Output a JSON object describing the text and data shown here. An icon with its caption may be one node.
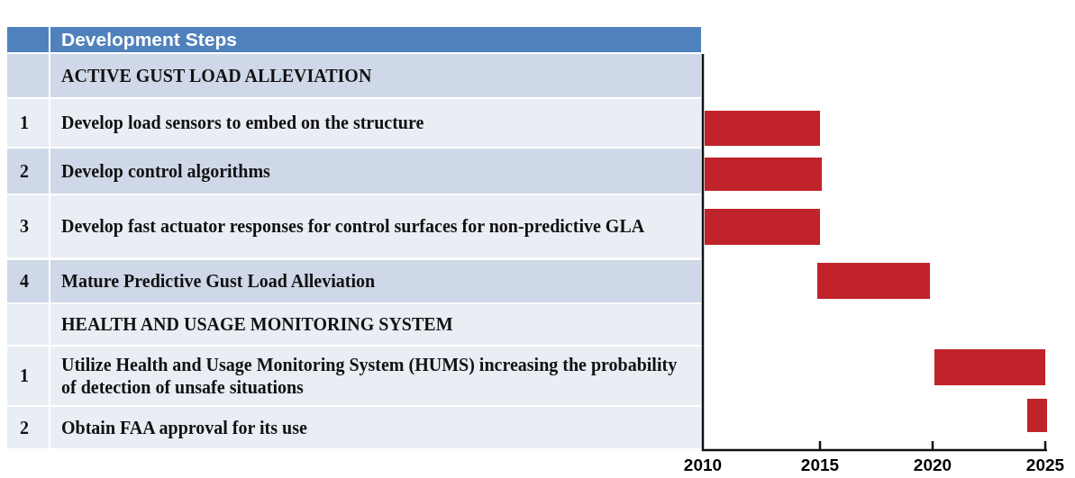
{
  "diagram": {
    "nodes": [
      {
        "text": [],
        "shape": "bar"
      },
      {
        "text": [],
        "shape": "bar"
      },
      {
        "text": [],
        "shape": "bar"
      },
      {
        "text": [],
        "shape": "bar"
      },
      {
        "text": [],
        "shape": "bar"
      },
      {
        "text": [],
        "shape": "bar"
      }
    ],
    "edges": [],
    "labels": [
      "Development Steps",
      "ACTIVE GUST LOAD ALLEVIATION",
      "1",
      "Develop load sensors to embed on the structure",
      "2",
      "Develop control algorithms",
      "3",
      "Develop fast actuator responses for control surfaces for non-predictive GLA",
      "4",
      "Mature Predictive Gust Load Alleviation",
      "HEALTH AND USAGE MONITORING SYSTEM",
      "1",
      "Utilize Health and Usage Monitoring System (HUMS) increasing the probability of detection of unsafe situations",
      "2",
      "Obtain FAA approval for its use",
      "2010",
      "2015",
      "2020",
      "2025"
    ]
  }
}
